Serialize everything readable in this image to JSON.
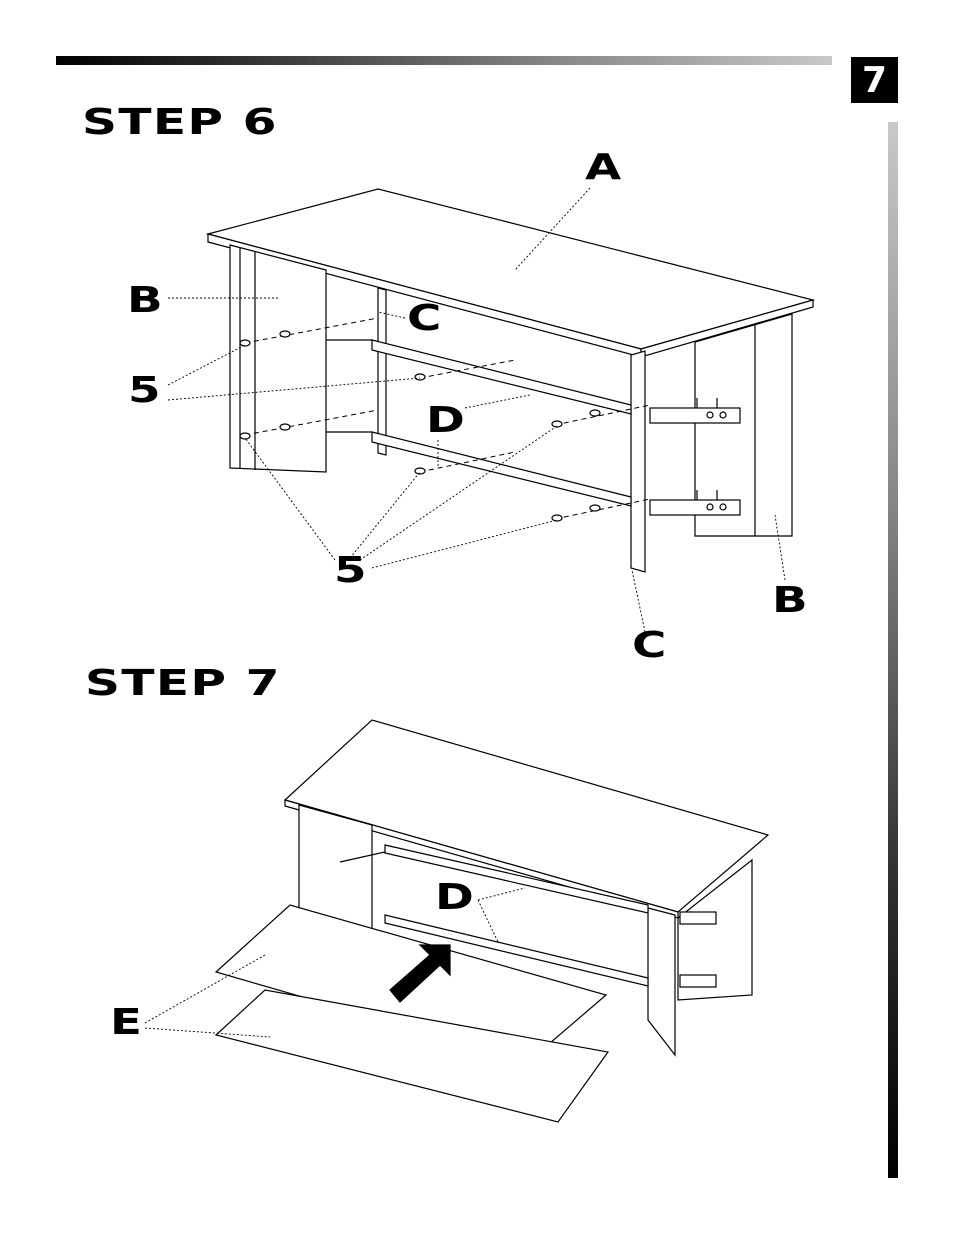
{
  "page_number": "7",
  "steps": [
    {
      "title": "STEP 6"
    },
    {
      "title": "STEP 7"
    }
  ],
  "labels": {
    "step6": {
      "top": "A",
      "side_left": "B",
      "side_right": "B",
      "cleat_upper": "C",
      "cleat_lower": "C",
      "rail": "D",
      "cam_left": "5",
      "cam_bottom": "5"
    },
    "step7": {
      "rail": "D",
      "shelf": "E"
    }
  }
}
